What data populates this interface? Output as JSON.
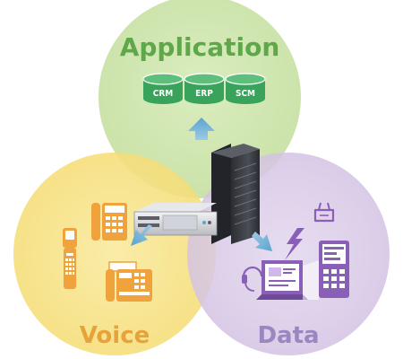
{
  "circles": {
    "application": {
      "label": "Application",
      "fill": "#c9e3a6",
      "text_color": "#5fa84a"
    },
    "voice": {
      "label": "Voice",
      "fill": "#f7e17d",
      "text_color": "#e8a23a"
    },
    "data": {
      "label": "Data",
      "fill": "#d7c8e6",
      "text_color": "#9a86c0"
    }
  },
  "databases": [
    {
      "label": "CRM"
    },
    {
      "label": "ERP"
    },
    {
      "label": "SCM"
    }
  ],
  "colors": {
    "db_fill": "#39a35b",
    "arrow_blue": "#5aa4cf",
    "device_orange": "#f0a23c",
    "device_purple": "#8a5fb8",
    "server_dark": "#3b3d42"
  }
}
